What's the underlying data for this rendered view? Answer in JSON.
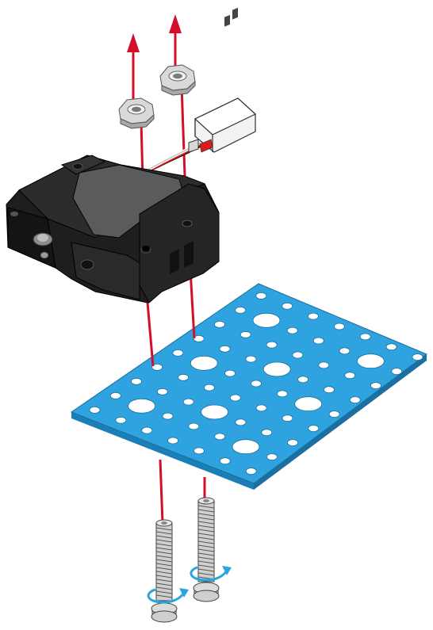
{
  "diagram": {
    "kind": "exploded-assembly-illustration",
    "parts": {
      "servo": {
        "name": "servo-motor",
        "color": "#1e1e1e"
      },
      "connector": {
        "name": "servo-connector",
        "color": "#f2f2f2"
      },
      "plate": {
        "name": "blue-perforated-plate",
        "color": "#2ea3e0"
      },
      "nuts": {
        "name": "hex-nut",
        "count": 2,
        "color": "#d9d9d9"
      },
      "screws": {
        "name": "screw",
        "count": 2,
        "color": "#cfcfcf"
      }
    },
    "guide_line_color": "#d50f2a",
    "rotation_arrow_color": "#27a6df",
    "wire_colors": [
      "#e11b1b",
      "#111111",
      "#ffffff"
    ]
  }
}
